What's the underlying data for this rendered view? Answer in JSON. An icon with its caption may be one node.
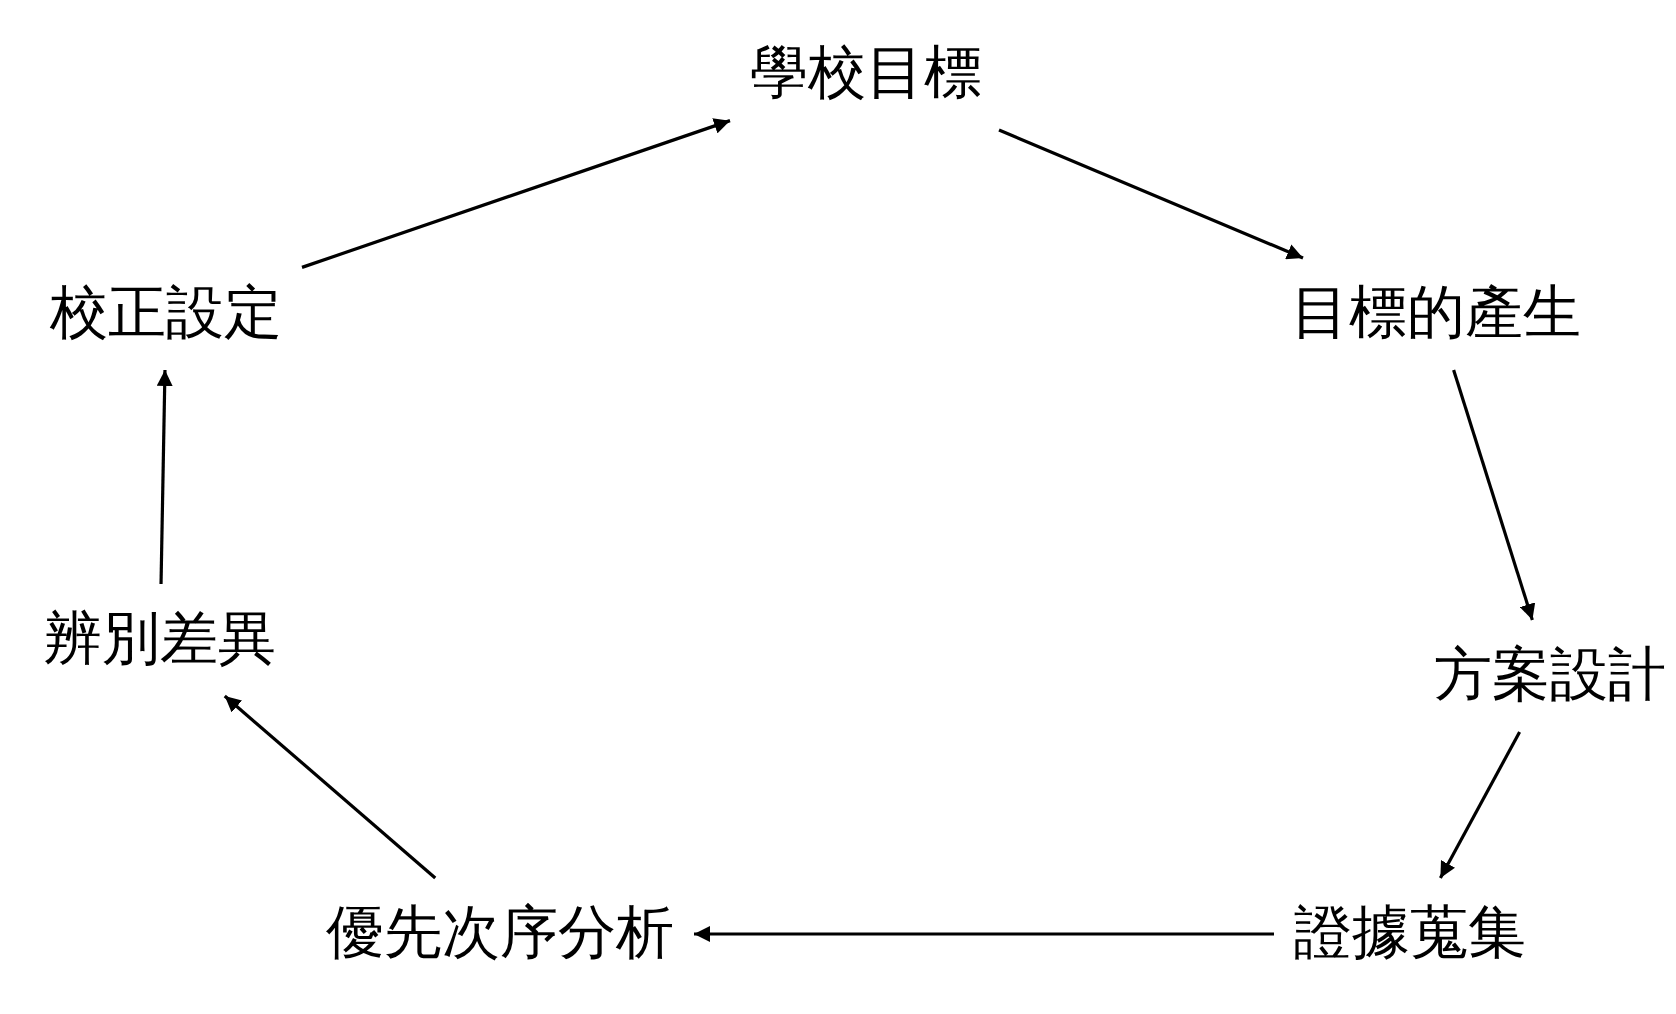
{
  "diagram": {
    "nodes": [
      {
        "text": [
          "學校目標"
        ]
      },
      {
        "text": [
          "目標的產生"
        ]
      },
      {
        "text": [
          "方案設計"
        ]
      },
      {
        "text": [
          "證據蒐集"
        ]
      },
      {
        "text": [
          "優先次序分析"
        ]
      },
      {
        "text": [
          "辨別差異"
        ]
      },
      {
        "text": [
          "校正設定"
        ]
      }
    ],
    "edges": [
      {
        "from": 0,
        "to": 1,
        "arrow": "to"
      },
      {
        "from": 1,
        "to": 2,
        "arrow": "to"
      },
      {
        "from": 2,
        "to": 3,
        "arrow": "to"
      },
      {
        "from": 3,
        "to": 4,
        "arrow": "to"
      },
      {
        "from": 4,
        "to": 5,
        "arrow": "to"
      },
      {
        "from": 5,
        "to": 6,
        "arrow": "to"
      },
      {
        "from": 6,
        "to": 0,
        "arrow": "to"
      }
    ]
  }
}
